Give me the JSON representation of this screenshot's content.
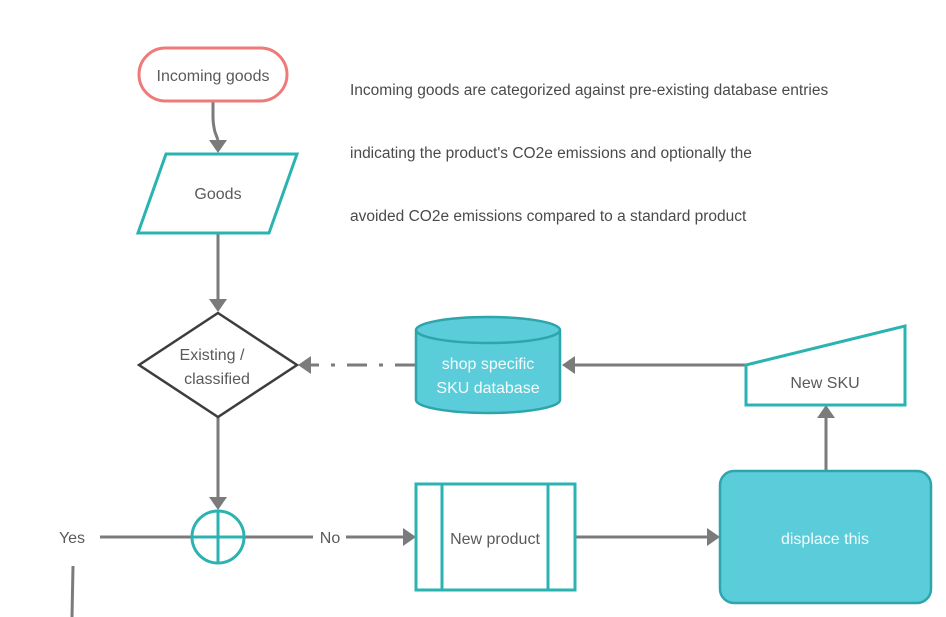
{
  "diagram": {
    "colors": {
      "teal": "#2bb3b1",
      "teal_fill": "#5bcdda",
      "teal_stroke": "#2ea4ac",
      "red": "#ef7a7a",
      "connector": "#7b7b7b",
      "text": "#5a5a5a",
      "dark": "#3d3d3d"
    },
    "annotation": {
      "lines": [
        "Incoming goods are categorized against pre-existing database entries",
        "indicating the product's CO2e emissions and optionally the",
        "avoided CO2e emissions compared to a standard product"
      ]
    },
    "nodes": {
      "start": {
        "label": "Incoming goods",
        "shape": "terminator"
      },
      "goods": {
        "label": "Goods",
        "shape": "data-parallelogram"
      },
      "decision": {
        "label_line1": "Existing /",
        "label_line2": "classified",
        "shape": "decision-diamond"
      },
      "database": {
        "label_line1": "shop specific",
        "label_line2": "SKU database",
        "shape": "database-cylinder"
      },
      "new_sku": {
        "label": "New SKU",
        "shape": "manual-input"
      },
      "junction": {
        "shape": "summing-junction"
      },
      "new_product": {
        "label": "New product",
        "shape": "predefined-process"
      },
      "displace": {
        "label": "displace this",
        "shape": "rounded-process"
      }
    },
    "edge_labels": {
      "yes": "Yes",
      "no": "No"
    }
  }
}
